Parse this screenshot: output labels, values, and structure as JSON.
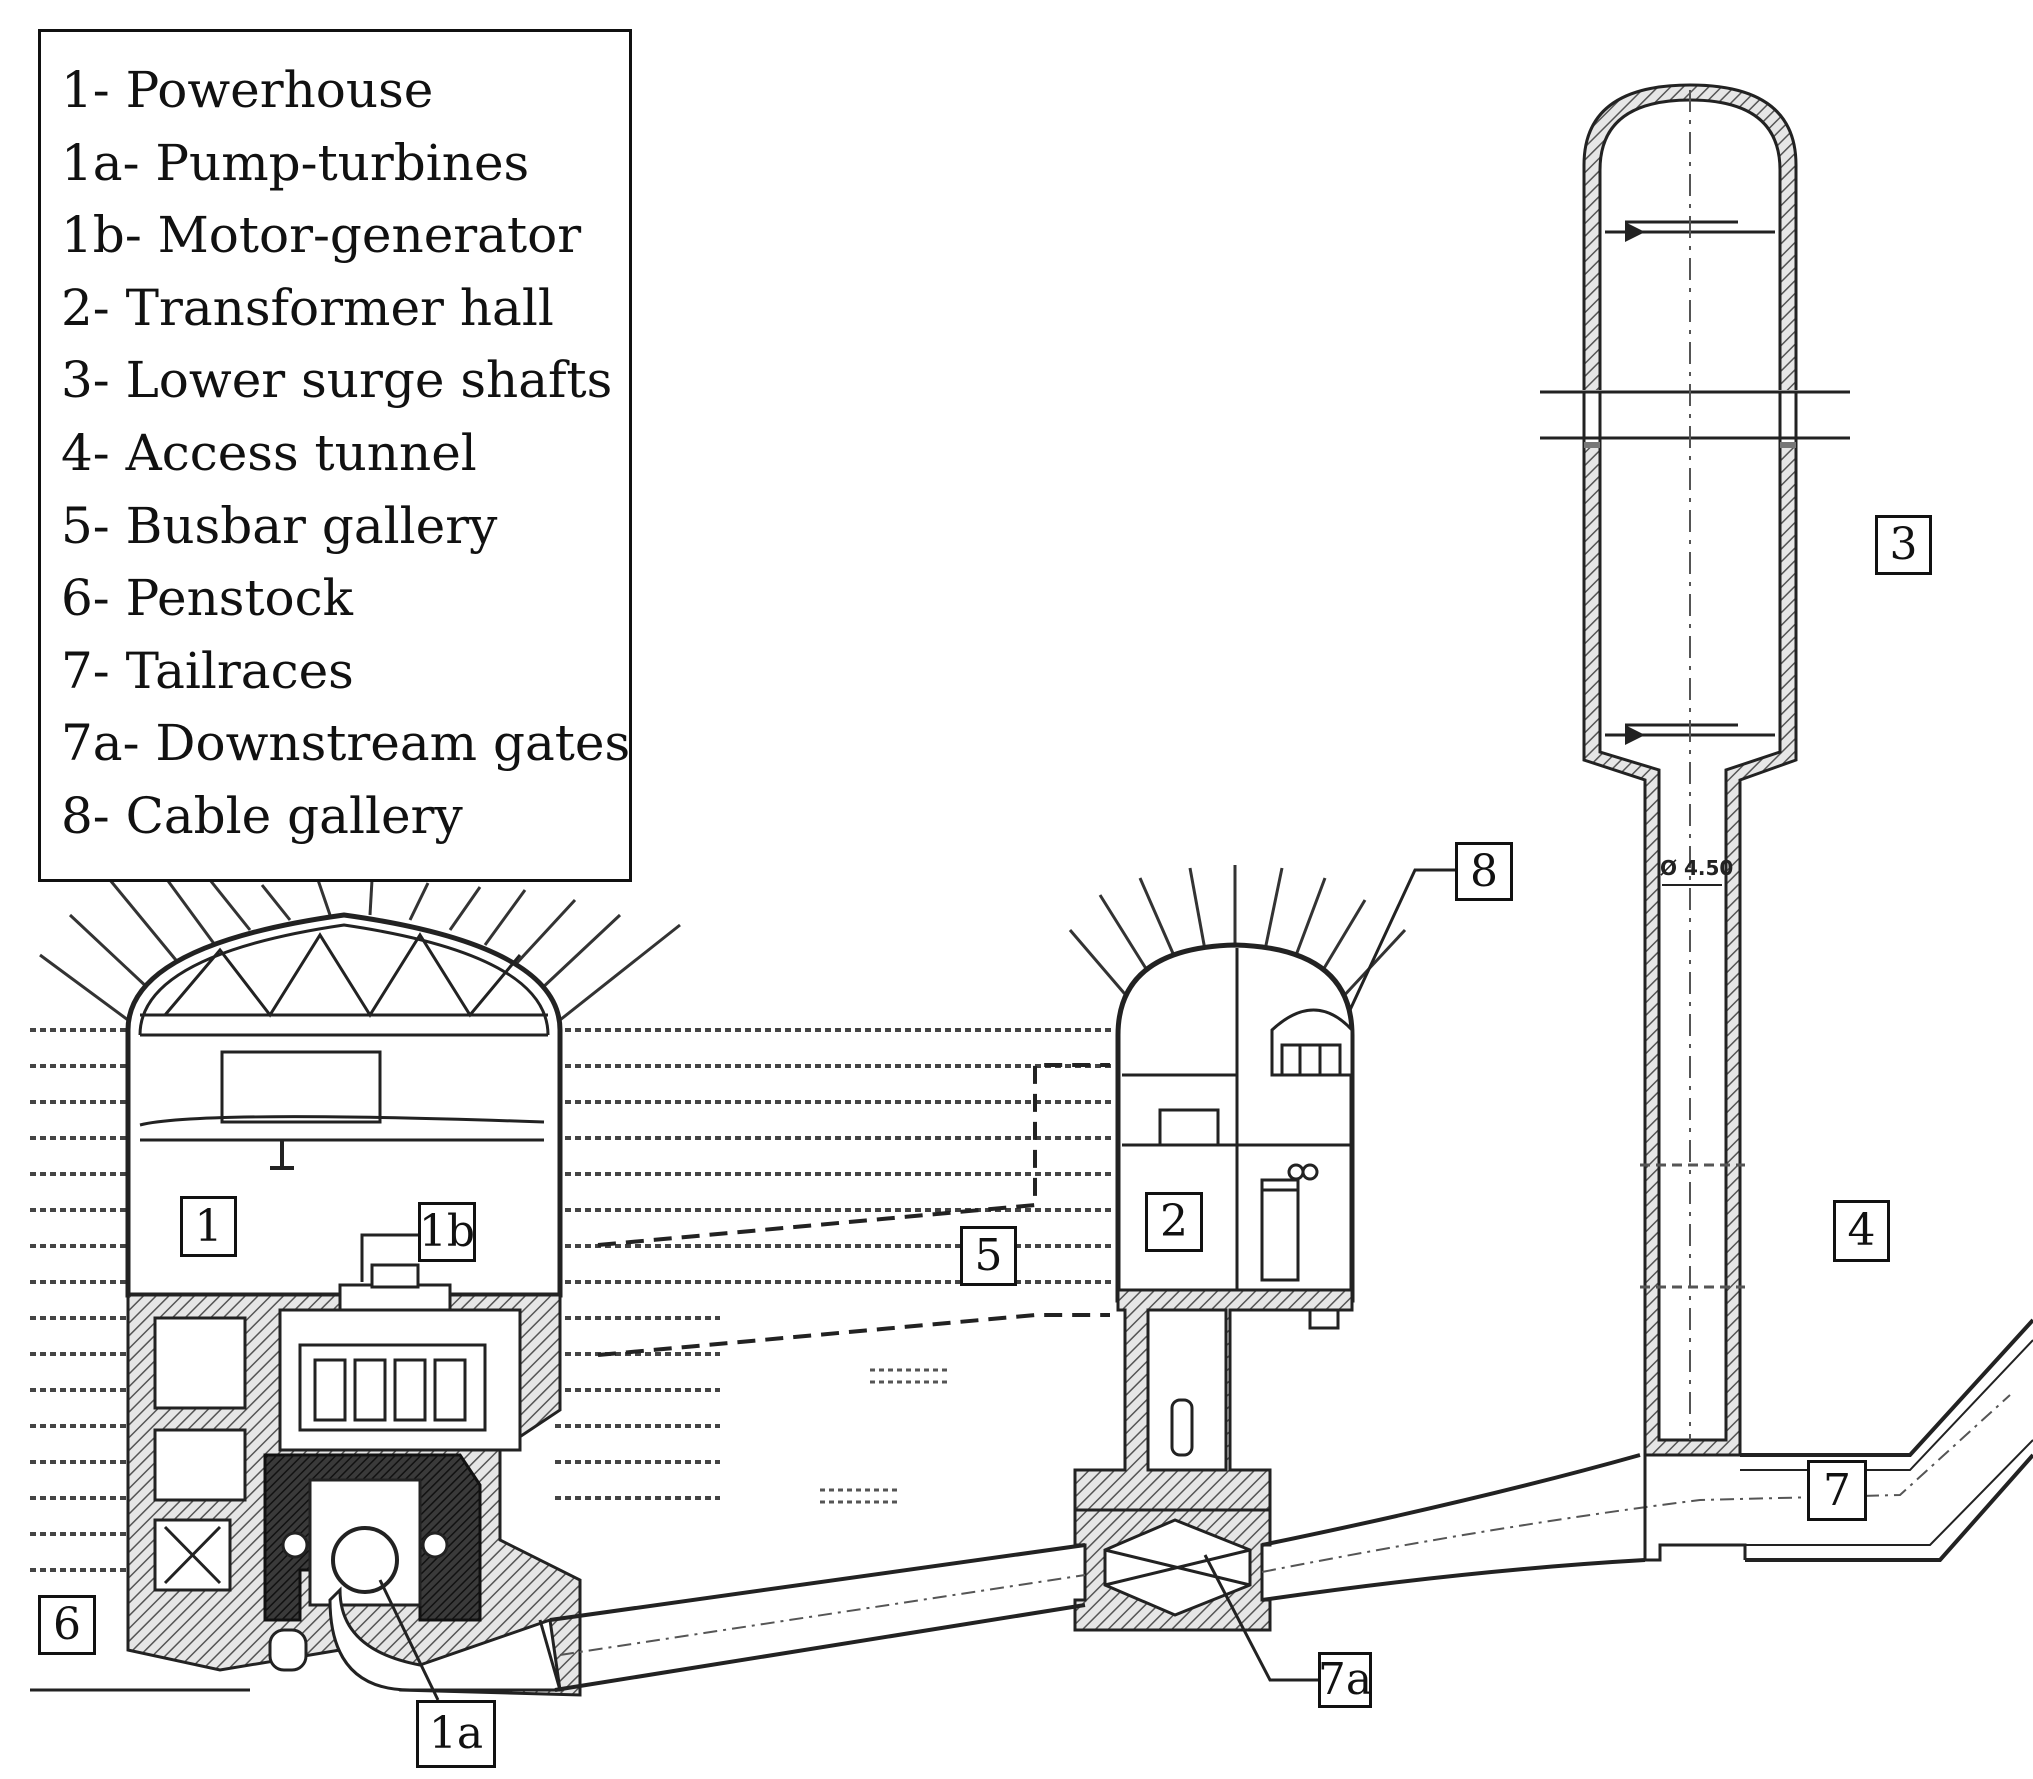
{
  "legend": {
    "items": [
      "1- Powerhouse",
      "1a- Pump-turbines",
      "1b- Motor-generator",
      "2- Transformer hall",
      "3- Lower surge shafts",
      "4- Access tunnel",
      "5- Busbar gallery",
      "6- Penstock",
      "7- Tailraces",
      "7a- Downstream gates",
      "8- Cable gallery"
    ]
  },
  "tags": {
    "t1": "1",
    "t1a": "1a",
    "t1b": "1b",
    "t2": "2",
    "t3": "3",
    "t4": "4",
    "t5": "5",
    "t6": "6",
    "t7": "7",
    "t7a": "7a",
    "t8": "8"
  },
  "dimension": "Ø 4.50"
}
